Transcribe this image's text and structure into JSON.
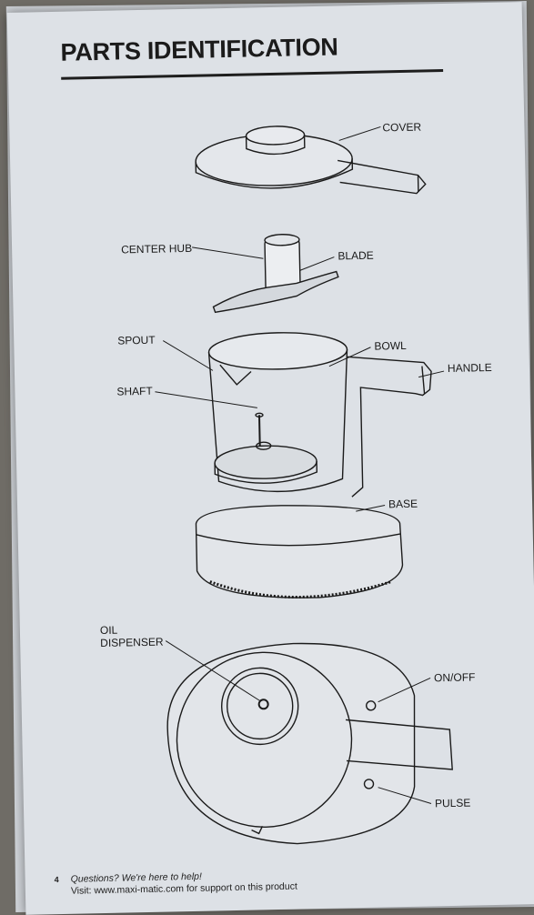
{
  "page": {
    "title": "PARTS IDENTIFICATION",
    "page_number": "4"
  },
  "labels": {
    "cover": "COVER",
    "center_hub": "CENTER HUB",
    "blade": "BLADE",
    "spout": "SPOUT",
    "bowl": "BOWL",
    "handle": "HANDLE",
    "shaft": "SHAFT",
    "base": "BASE",
    "oil_dispenser": "OIL\nDISPENSER",
    "on_off": "ON/OFF",
    "pulse": "PULSE"
  },
  "footer": {
    "questions": "Questions? We're here to help!",
    "visit": "Visit: www.maxi-matic.com for support on this product"
  },
  "colors": {
    "paper": "#dde1e6",
    "ink": "#1b1b1b",
    "background": "#6f6c66"
  }
}
